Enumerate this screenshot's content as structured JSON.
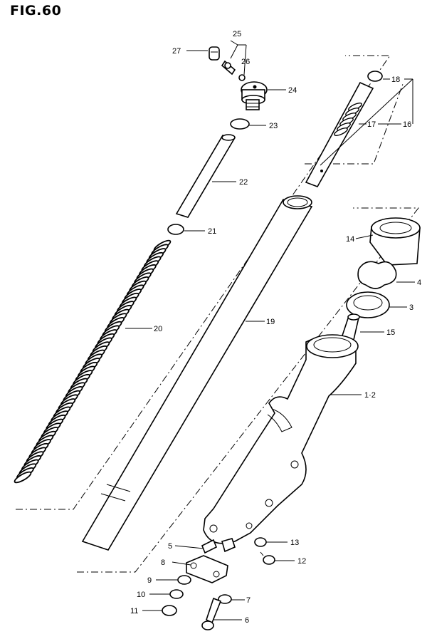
{
  "figure": {
    "title": "FIG.60"
  },
  "callouts": {
    "p25": "25",
    "p26": "26",
    "p27": "27",
    "p24": "24",
    "p23": "23",
    "p22": "22",
    "p21": "21",
    "p20": "20",
    "p19": "19",
    "p18": "18",
    "p17": "17",
    "p16": "16",
    "p14": "14",
    "p4": "4",
    "p3": "3",
    "p15": "15",
    "p12a": "1·2",
    "p5": "5",
    "p8": "8",
    "p9": "9",
    "p10": "10",
    "p11": "11",
    "p13": "13",
    "p12": "12",
    "p7": "7",
    "p6": "6"
  }
}
